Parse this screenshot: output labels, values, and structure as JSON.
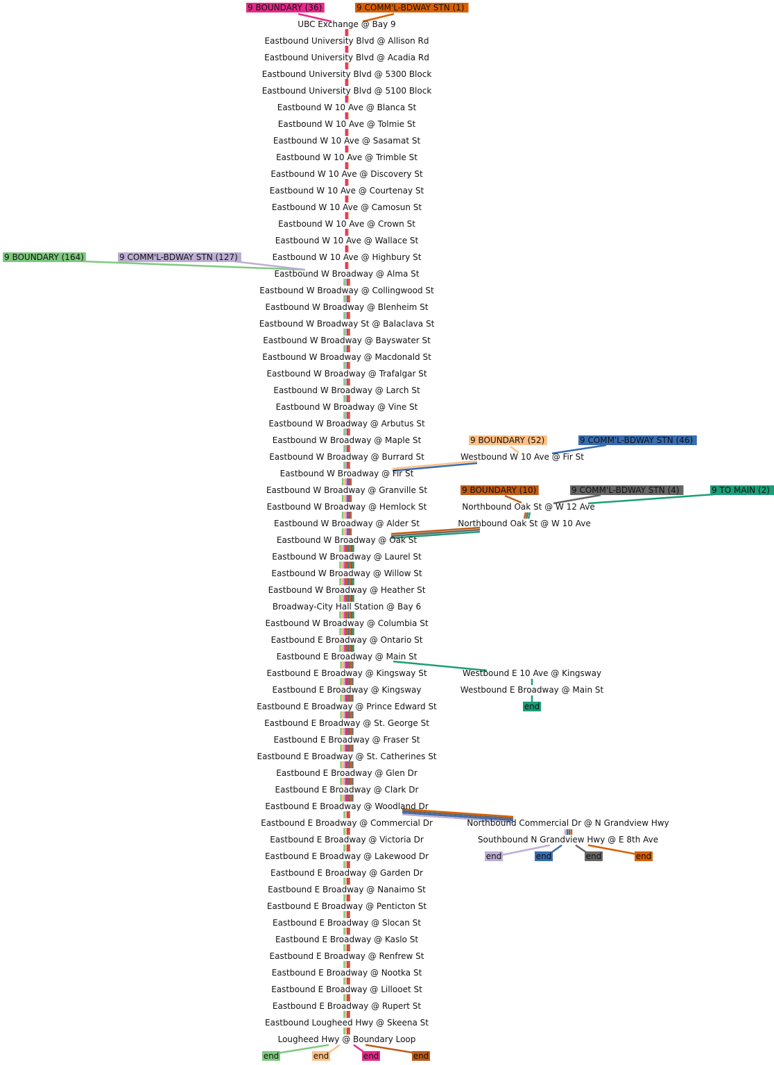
{
  "trunk_stops": [
    "UBC Exchange @ Bay 9",
    "Eastbound University Blvd @ Allison Rd",
    "Eastbound University Blvd @ Acadia Rd",
    "Eastbound University Blvd @ 5300 Block",
    "Eastbound University Blvd @ 5100 Block",
    "Eastbound W 10 Ave @ Blanca St",
    "Eastbound W 10 Ave @ Tolmie St",
    "Eastbound W 10 Ave @ Sasamat St",
    "Eastbound W 10 Ave @ Trimble St",
    "Eastbound W 10 Ave @ Discovery St",
    "Eastbound W 10 Ave @ Courtenay St",
    "Eastbound W 10 Ave @ Camosun St",
    "Eastbound W 10 Ave @ Crown St",
    "Eastbound W 10 Ave @ Wallace St",
    "Eastbound W 10 Ave @ Highbury St",
    "Eastbound W Broadway @ Alma St",
    "Eastbound W Broadway @ Collingwood St",
    "Eastbound W Broadway @ Blenheim St",
    "Eastbound W Broadway St @ Balaclava St",
    "Eastbound W Broadway @ Bayswater St",
    "Eastbound W Broadway @ Macdonald St",
    "Eastbound W Broadway @ Trafalgar St",
    "Eastbound W Broadway @ Larch St",
    "Eastbound W Broadway @ Vine St",
    "Eastbound W Broadway @ Arbutus St",
    "Eastbound W Broadway @ Maple St",
    "Eastbound W Broadway @ Burrard St",
    "Eastbound W Broadway @ Fir St",
    "Eastbound W Broadway @ Granville St",
    "Eastbound W Broadway @ Hemlock St",
    "Eastbound W Broadway @ Alder St",
    "Eastbound W Broadway @ Oak St",
    "Eastbound W Broadway @ Laurel St",
    "Eastbound W Broadway @ Willow St",
    "Eastbound W Broadway @ Heather St",
    "Broadway-City Hall Station @ Bay 6",
    "Eastbound W Broadway @ Columbia St",
    "Eastbound E Broadway @ Ontario St",
    "Eastbound E Broadway @ Main St",
    "Eastbound E Broadway @ Kingsway St",
    "Eastbound E Broadway @ Kingsway",
    "Eastbound E Broadway @ Prince Edward St",
    "Eastbound E Broadway @ St. George St",
    "Eastbound E Broadway @ Fraser St",
    "Eastbound E Broadway @ St. Catherines St",
    "Eastbound E Broadway @ Glen Dr",
    "Eastbound E Broadway @ Clark Dr",
    "Eastbound E Broadway @ Woodland Dr",
    "Eastbound E Broadway @ Commercial Dr",
    "Eastbound E Broadway @ Victoria Dr",
    "Eastbound E Broadway @ Lakewood Dr",
    "Eastbound E Broadway @ Garden Dr",
    "Eastbound E Broadway @ Nanaimo St",
    "Eastbound E Broadway @ Penticton St",
    "Eastbound E Broadway @ Slocan St",
    "Eastbound E Broadway @ Kaslo St",
    "Eastbound E Broadway @ Renfrew St",
    "Eastbound E Broadway @ Nootka St",
    "Eastbound E Broadway @ Lillooet St",
    "Eastbound E Broadway @ Rupert St",
    "Eastbound Lougheed Hwy @ Skeena St",
    "Lougheed Hwy @ Boundary Loop"
  ],
  "branch_stops": [
    "Westbound W 10 Ave @ Fir St",
    "Northbound Oak St @ W 12 Ave",
    "Northbound Oak St @ W 10 Ave",
    "Westbound E 10 Ave @ Kingsway",
    "Westbound E Broadway @ Main St",
    "Northbound Commercial Dr @ N Grandview Hwy",
    "Southbound N Grandview Hwy @ E 8th Ave"
  ],
  "route_tags": [
    {
      "text": "9 BOUNDARY (36)",
      "color": "#e7298a"
    },
    {
      "text": "9 COMM'L-BDWAY STN (1)",
      "color": "#d95f02"
    },
    {
      "text": "9 BOUNDARY (164)",
      "color": "#7fc97f"
    },
    {
      "text": "9 COMM'L-BDWAY STN (127)",
      "color": "#beaed4"
    },
    {
      "text": "9 BOUNDARY (52)",
      "color": "#fdc086"
    },
    {
      "text": "9 COMM'L-BDWAY STN (46)",
      "color": "#386cb0"
    },
    {
      "text": "9 BOUNDARY (10)",
      "color": "#bf5b17"
    },
    {
      "text": "9 COMM'L-BDWAY STN (4)",
      "color": "#666666"
    },
    {
      "text": "9 TO MAIN (2)",
      "color": "#1b9e77"
    }
  ],
  "end_label": "end",
  "end_markers": [
    {
      "text": "end",
      "color": "#7fc97f"
    },
    {
      "text": "end",
      "color": "#fdc086"
    },
    {
      "text": "end",
      "color": "#e7298a"
    },
    {
      "text": "end",
      "color": "#bf5b17"
    },
    {
      "text": "end",
      "color": "#1b9e77"
    },
    {
      "text": "end",
      "color": "#beaed4"
    },
    {
      "text": "end",
      "color": "#386cb0"
    },
    {
      "text": "end",
      "color": "#666666"
    },
    {
      "text": "end",
      "color": "#d95f02"
    }
  ],
  "colors": {
    "boundary_36": "#e7298a",
    "commercial_1": "#d95f02",
    "boundary_164": "#7fc97f",
    "commercial_127": "#beaed4",
    "boundary_52": "#fdc086",
    "commercial_46": "#386cb0",
    "boundary_10": "#bf5b17",
    "commercial_4": "#666666",
    "to_main_2": "#1b9e77"
  }
}
